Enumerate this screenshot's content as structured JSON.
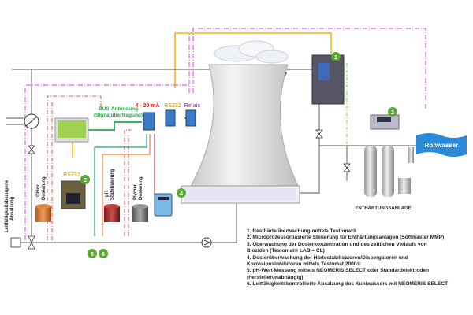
{
  "labels": {
    "bus": "BUS-Anbindung",
    "bus_sub": "(Signalübertragung)",
    "ma": "4 - 20 mA",
    "rs232_top": "RS232",
    "relais": "Relais",
    "rs232_left": "RS232",
    "chlor": "Chlor",
    "chlor_sub": "Dosierung",
    "ph": "pH",
    "ph_sub": "Stabilisierung",
    "polymer": "Plymer",
    "polymer_sub": "Dosierung",
    "leitfaehigkeit": "Leitfähigkeitsbezogene",
    "leitfaehigkeit_sub": "Absalzung",
    "rohwasser": "Rohwasser",
    "enthaertung": "ENTHÄRTUNGSANLAGE"
  },
  "badges": [
    "1",
    "2",
    "3",
    "4",
    "5",
    "6"
  ],
  "legend": [
    "1. Resthärteüberwachung mittels Testomat®",
    "2. Microprozessorbasierte Steuerung für Enthärtungsanlagen (Softmaster MMP)",
    "3. Überwachung der Dosierkonzentration und des zeitlichen Verlaufs von",
    "Bioziden (Testomat® LAB – CL)",
    "4. Dosierüberwachung der Härtestabilisatoren/Dispergatoren und",
    "Korrosionsinhibitoren mittels Testomat 2000®",
    "5. pH-Wert Messung mittels NEOMERIS SELECT oder Standardelektroden",
    "(herstellerunabhängig)",
    "6. Leitfähigkeitskontrollierte Absalzung des Kuhlwassers mit NEOMERIS SELECT"
  ],
  "colors": {
    "rs232": "#f5b400",
    "relais": "#cc44ee",
    "bus": "#1aaa4a",
    "ma": "#e02020",
    "badge": "#5aa832",
    "rohwasser": "#2a8ad8",
    "pipe": "#777777"
  }
}
